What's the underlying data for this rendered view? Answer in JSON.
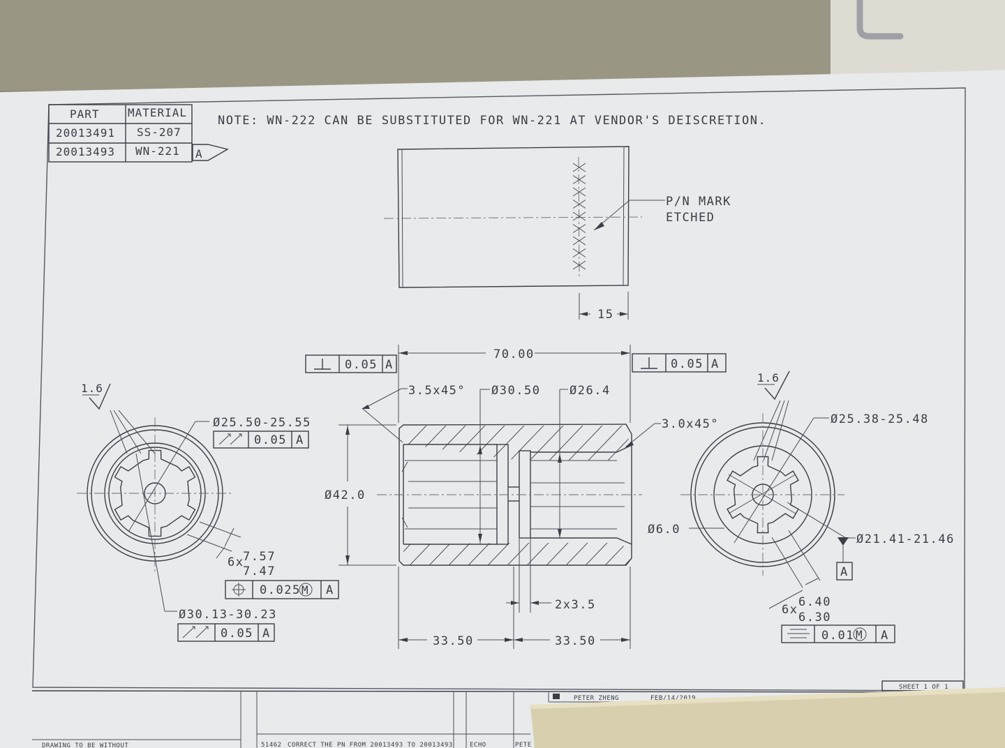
{
  "title_table": {
    "headers": [
      "PART",
      "MATERIAL"
    ],
    "rows": [
      {
        "part": "20013491",
        "material": "SS-207"
      },
      {
        "part": "20013493",
        "material": "WN-221",
        "flag": "A"
      }
    ]
  },
  "note": "NOTE: WN-222 CAN BE SUBSTITUTED FOR WN-221 AT VENDOR'S DEISCRETION.",
  "top_view": {
    "mark_label_1": "P/N MARK",
    "mark_label_2": "ETCHED",
    "mark_offset": "15",
    "mark_glyphs": [
      "X",
      "X",
      "X",
      "X",
      "X",
      "X",
      "X",
      "X",
      "X"
    ]
  },
  "section_view": {
    "overall_length": "70.00",
    "chamfer_left": "3.5x45°",
    "chamfer_right": "3.0x45°",
    "bore_left": "30.50",
    "bore_right": "26.4",
    "outer_diameter": "42.0",
    "hole": "6.0",
    "groove": "2x3.5",
    "half_left": "33.50",
    "half_right": "33.50",
    "perp_left": {
      "value": "0.05",
      "datum": "A"
    },
    "perp_right": {
      "value": "0.05",
      "datum": "A"
    }
  },
  "left_view": {
    "roughness": "1.6",
    "diameter_major": "25.50-25.55",
    "runout_1": {
      "value": "0.05",
      "datum": "A"
    },
    "slot_count": "6x",
    "slot_upper": "7.57",
    "slot_lower": "7.47",
    "position": {
      "value": "0.025",
      "modifier": "M",
      "datum": "A"
    },
    "diameter_outer": "30.13-30.23",
    "runout_2": {
      "value": "0.05",
      "datum": "A"
    }
  },
  "right_view": {
    "roughness": "1.6",
    "diameter_major": "25.38-25.48",
    "hole": "6.0",
    "diameter_minor": "21.41-21.46",
    "datum": "A",
    "slot_count": "6x",
    "slot_upper": "6.40",
    "slot_lower": "6.30",
    "symmetry": {
      "value": "0.01",
      "modifier": "M",
      "datum": "A"
    }
  },
  "title_block": {
    "sheet": "SHEET 1 OF 1",
    "drawn_by": "PETER ZHENG",
    "date": "FEB/14/2019",
    "revision": "51462",
    "change": "CORRECT THE PN FROM 20013493 TO 20013493",
    "eco": "ECHO",
    "approver": "PETE",
    "footer": "DRAWING TO BE WITHOUT"
  },
  "colors": {
    "paper": "#eceef0",
    "ink": "#3b3e46",
    "background_wall": "#8a8779",
    "cabinet": "#d9d6cc",
    "folder": "#d8cfae"
  }
}
